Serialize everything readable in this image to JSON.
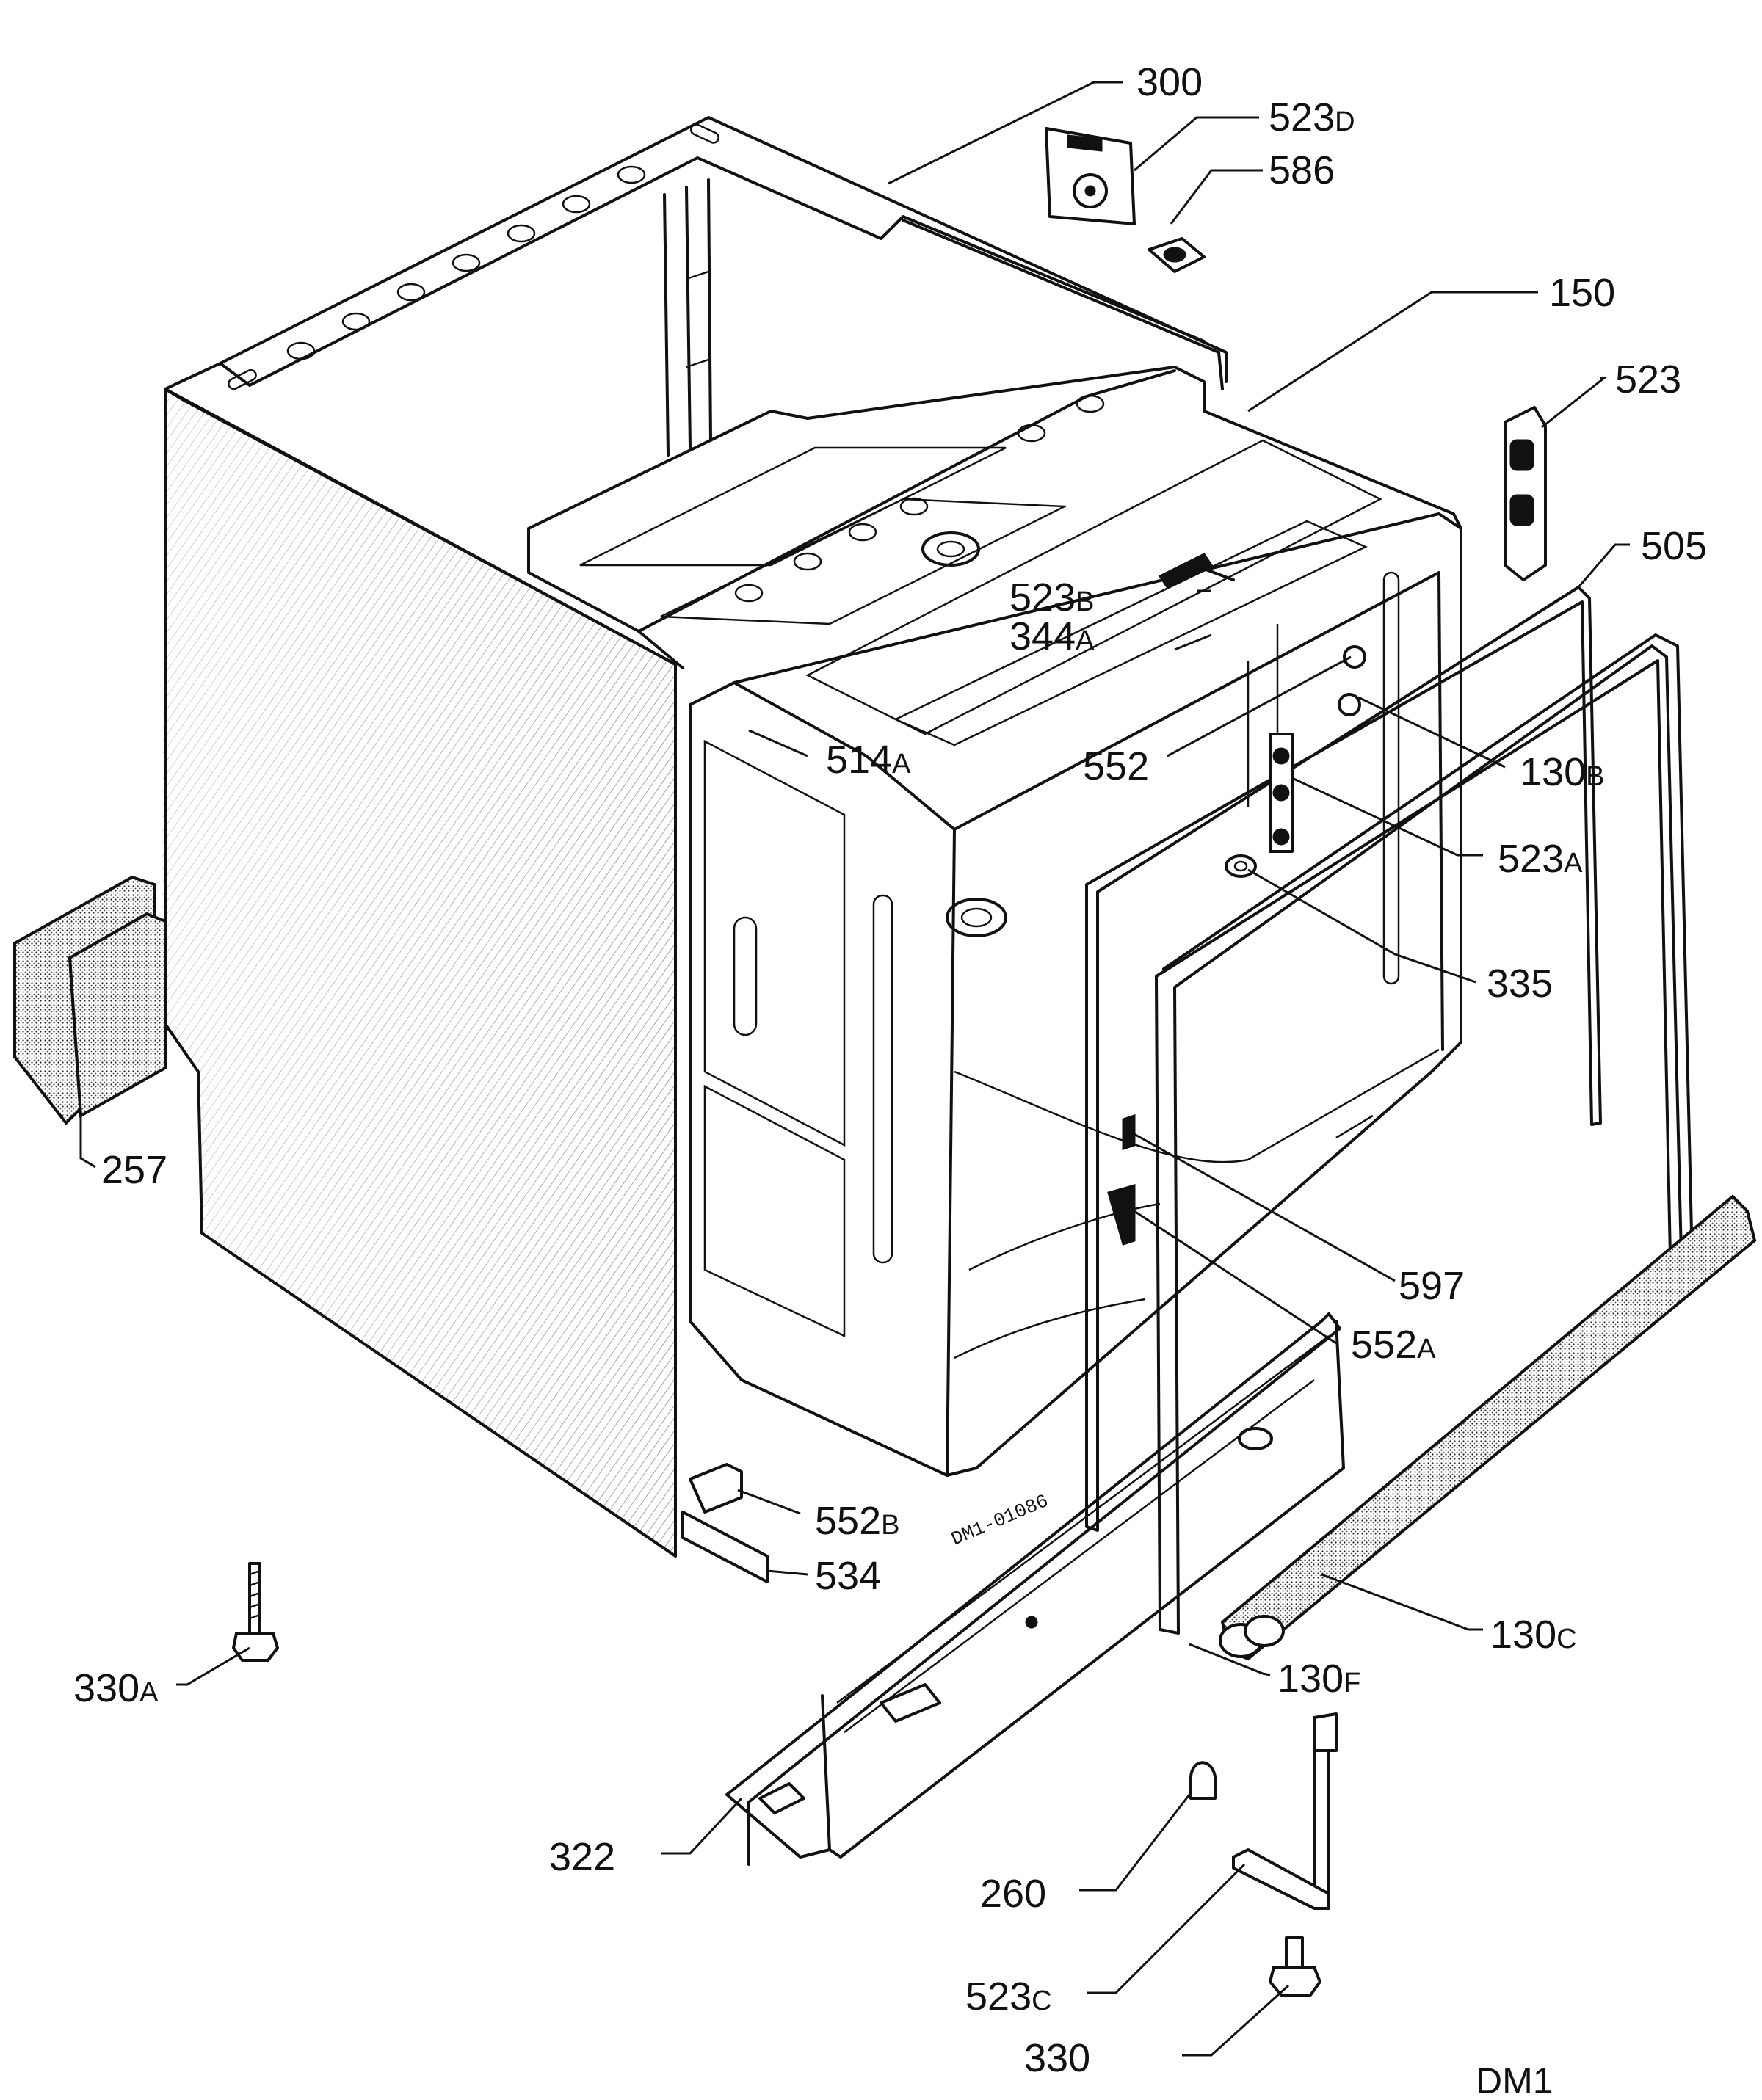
{
  "diagram_code": "DM1",
  "drawing_number": "DM1-01086",
  "callouts": [
    {
      "id": "300",
      "num": "300",
      "suffix": ""
    },
    {
      "id": "523D",
      "num": "523",
      "suffix": "D"
    },
    {
      "id": "586",
      "num": "586",
      "suffix": ""
    },
    {
      "id": "150",
      "num": "150",
      "suffix": ""
    },
    {
      "id": "523",
      "num": "523",
      "suffix": ""
    },
    {
      "id": "505",
      "num": "505",
      "suffix": ""
    },
    {
      "id": "523B",
      "num": "523",
      "suffix": "B"
    },
    {
      "id": "344A",
      "num": "344",
      "suffix": "A"
    },
    {
      "id": "514A",
      "num": "514",
      "suffix": "A"
    },
    {
      "id": "552",
      "num": "552",
      "suffix": ""
    },
    {
      "id": "130B",
      "num": "130",
      "suffix": "B"
    },
    {
      "id": "523A",
      "num": "523",
      "suffix": "A"
    },
    {
      "id": "335",
      "num": "335",
      "suffix": ""
    },
    {
      "id": "257",
      "num": "257",
      "suffix": ""
    },
    {
      "id": "597",
      "num": "597",
      "suffix": ""
    },
    {
      "id": "552A",
      "num": "552",
      "suffix": "A"
    },
    {
      "id": "552B",
      "num": "552",
      "suffix": "B"
    },
    {
      "id": "534",
      "num": "534",
      "suffix": ""
    },
    {
      "id": "130C",
      "num": "130",
      "suffix": "C"
    },
    {
      "id": "130F",
      "num": "130",
      "suffix": "F"
    },
    {
      "id": "330A",
      "num": "330",
      "suffix": "A"
    },
    {
      "id": "322",
      "num": "322",
      "suffix": ""
    },
    {
      "id": "260",
      "num": "260",
      "suffix": ""
    },
    {
      "id": "523C",
      "num": "523",
      "suffix": "C"
    },
    {
      "id": "330",
      "num": "330",
      "suffix": ""
    }
  ]
}
